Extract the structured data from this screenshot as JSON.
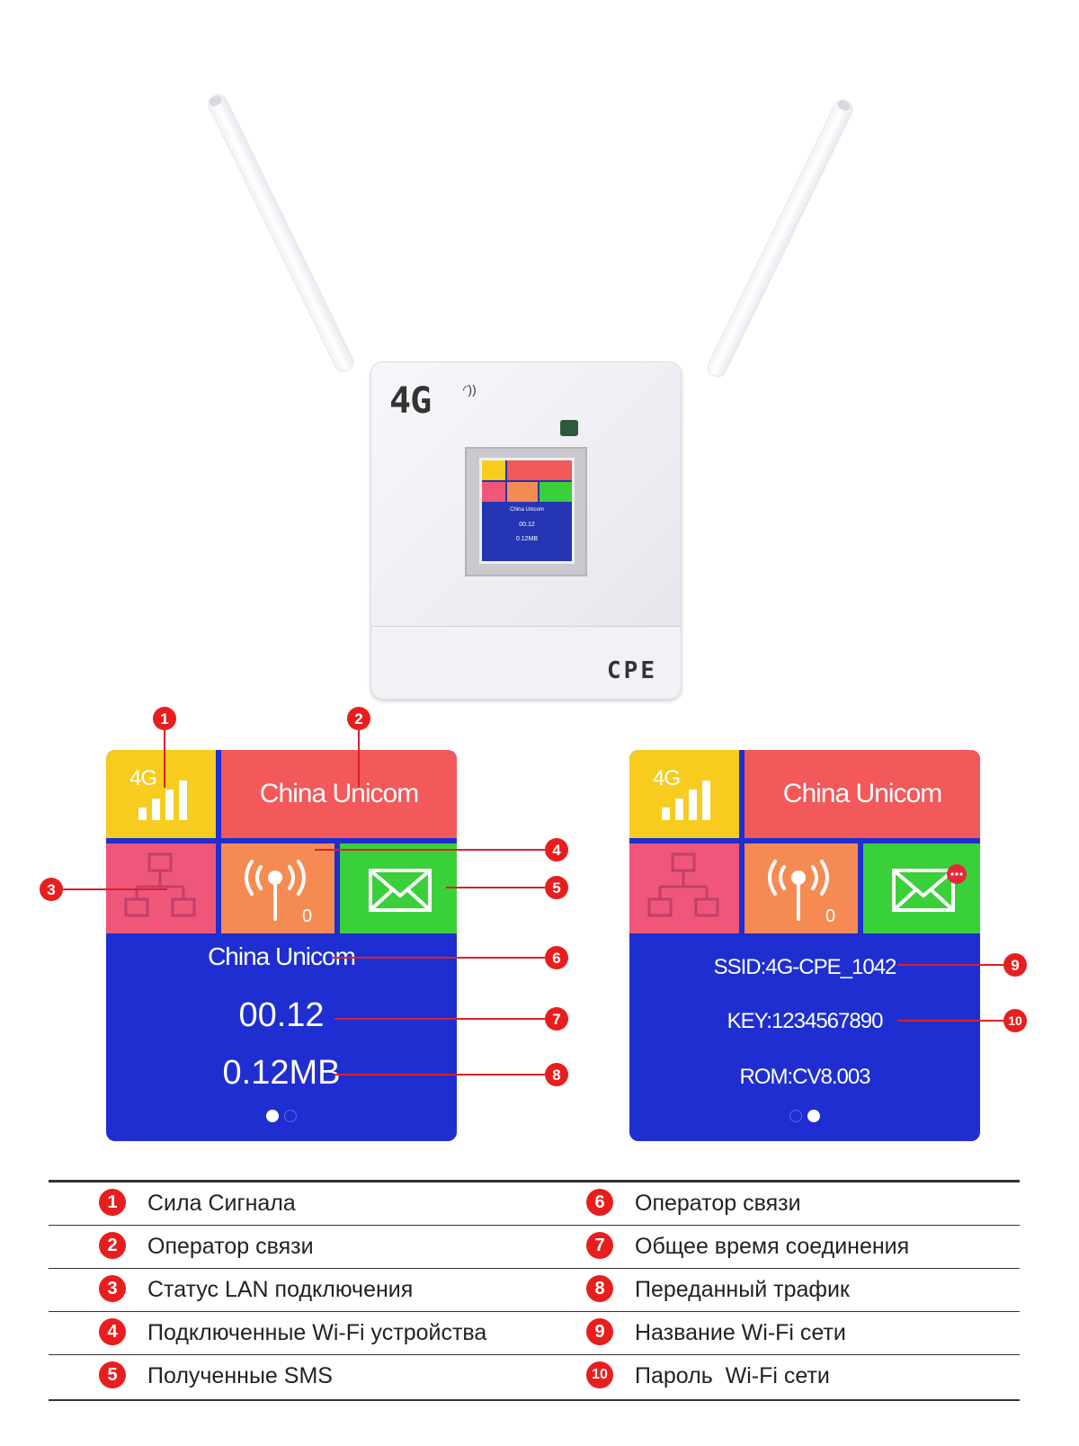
{
  "router": {
    "brand": "4G",
    "model": "CPE",
    "screen": {
      "operator": "China Unicom",
      "time": "00.12",
      "traffic": "0.12MB"
    }
  },
  "panel_left": {
    "signal_label": "4G",
    "operator_tile": "China Unicom",
    "wifi_devices": "0",
    "operator_line": "China Unicom",
    "time": "00.12",
    "traffic": "0.12MB"
  },
  "panel_right": {
    "signal_label": "4G",
    "operator_tile": "China Unicom",
    "wifi_devices": "0",
    "ssid": "SSID:4G-CPE_1042",
    "key": "KEY:1234567890",
    "rom": "ROM:CV8.003"
  },
  "callouts": [
    "1",
    "2",
    "3",
    "4",
    "5",
    "6",
    "7",
    "8",
    "9",
    "10"
  ],
  "legend": [
    {
      "num": "1",
      "text": "Сила Сигнала"
    },
    {
      "num": "2",
      "text": "Оператор связи"
    },
    {
      "num": "3",
      "text": "Статус LAN подключения"
    },
    {
      "num": "4",
      "text": "Подключенные Wi-Fi устройства"
    },
    {
      "num": "5",
      "text": "Полученные SMS"
    },
    {
      "num": "6",
      "text": "Оператор связи"
    },
    {
      "num": "7",
      "text": "Общее время соединения"
    },
    {
      "num": "8",
      "text": "Переданный трафик"
    },
    {
      "num": "9",
      "text": "Название Wi-Fi сети"
    },
    {
      "num": "10",
      "text": "Пароль  Wi-Fi сети"
    }
  ],
  "colors": {
    "signal_tile": "#f7cc1f",
    "operator_tile": "#f3585a",
    "lan_tile": "#f0567a",
    "wifi_tile": "#f58b53",
    "sms_tile": "#3ad03a",
    "screen_bg": "#1f2ed0",
    "callout": "#e81e1e"
  }
}
